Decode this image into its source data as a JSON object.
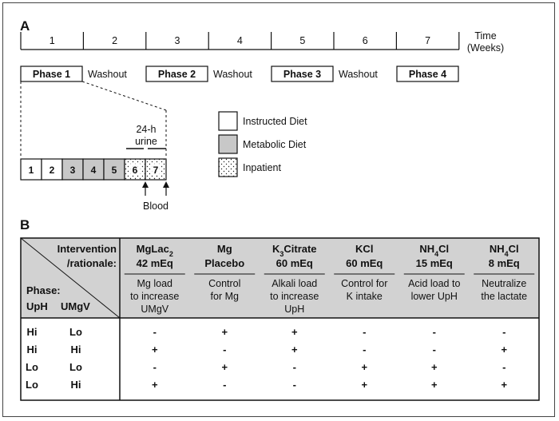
{
  "panel_a_label": "A",
  "panel_b_label": "B",
  "timeline": {
    "weeks": [
      "1",
      "2",
      "3",
      "4",
      "5",
      "6",
      "7"
    ],
    "axis_label_line1": "Time",
    "axis_label_line2": "(Weeks)"
  },
  "schedule": [
    {
      "phase": "Phase 1",
      "after": "Washout"
    },
    {
      "phase": "Phase 2",
      "after": "Washout"
    },
    {
      "phase": "Phase 3",
      "after": "Washout"
    },
    {
      "phase": "Phase 4",
      "after": ""
    }
  ],
  "days": [
    {
      "label": "1",
      "type": "instructed"
    },
    {
      "label": "2",
      "type": "instructed"
    },
    {
      "label": "3",
      "type": "metabolic"
    },
    {
      "label": "4",
      "type": "metabolic"
    },
    {
      "label": "5",
      "type": "metabolic"
    },
    {
      "label": "6",
      "type": "inpatient"
    },
    {
      "label": "7",
      "type": "inpatient"
    }
  ],
  "urine_label_line1": "24-h",
  "urine_label_line2": "urine",
  "blood_label": "Blood",
  "legend": [
    {
      "key": "instructed",
      "label": "Instructed Diet"
    },
    {
      "key": "metabolic",
      "label": "Metabolic Diet"
    },
    {
      "key": "inpatient",
      "label": "Inpatient"
    }
  ],
  "colors": {
    "metabolic_fill": "#c8c8c8",
    "table_header_fill": "#d2d2d2",
    "line": "#111111"
  },
  "table": {
    "corner_top_line1": "Intervention",
    "corner_top_line2": "/rationale:",
    "corner_bottom_line1": "Phase:",
    "phase_cols": [
      "UpH",
      "UMgV"
    ],
    "interventions": [
      {
        "name_line1": "MgLac",
        "name_line1_sub": "2",
        "name_line1_rest": "",
        "name_line2": "42 mEq",
        "rationale": [
          "Mg load",
          "to increase",
          "UMgV"
        ]
      },
      {
        "name_line1": "Mg",
        "name_line1_sub": "",
        "name_line1_rest": "",
        "name_line2": "Placebo",
        "rationale": [
          "Control",
          "for Mg",
          ""
        ]
      },
      {
        "name_line1": "K",
        "name_line1_sub": "3",
        "name_line1_rest": "Citrate",
        "name_line2": "60 mEq",
        "rationale": [
          "Alkali load",
          "to increase",
          "UpH"
        ]
      },
      {
        "name_line1": "KCl",
        "name_line1_sub": "",
        "name_line1_rest": "",
        "name_line2": "60 mEq",
        "rationale": [
          "Control for",
          "K intake",
          ""
        ]
      },
      {
        "name_line1": "NH",
        "name_line1_sub": "4",
        "name_line1_rest": "Cl",
        "name_line2": "15 mEq",
        "rationale": [
          "Acid load to",
          "lower UpH",
          ""
        ]
      },
      {
        "name_line1": "NH",
        "name_line1_sub": "4",
        "name_line1_rest": "Cl",
        "name_line2": "8 mEq",
        "rationale": [
          "Neutralize",
          "the lactate",
          ""
        ]
      }
    ],
    "rows": [
      {
        "uph": "Hi",
        "umgv": "Lo",
        "values": [
          "-",
          "+",
          "+",
          "-",
          "-",
          "-"
        ]
      },
      {
        "uph": "Hi",
        "umgv": "Hi",
        "values": [
          "+",
          "-",
          "+",
          "-",
          "-",
          "+"
        ]
      },
      {
        "uph": "Lo",
        "umgv": "Lo",
        "values": [
          "-",
          "+",
          "-",
          "+",
          "+",
          "-"
        ]
      },
      {
        "uph": "Lo",
        "umgv": "Hi",
        "values": [
          "+",
          "-",
          "-",
          "+",
          "+",
          "+"
        ]
      }
    ]
  }
}
